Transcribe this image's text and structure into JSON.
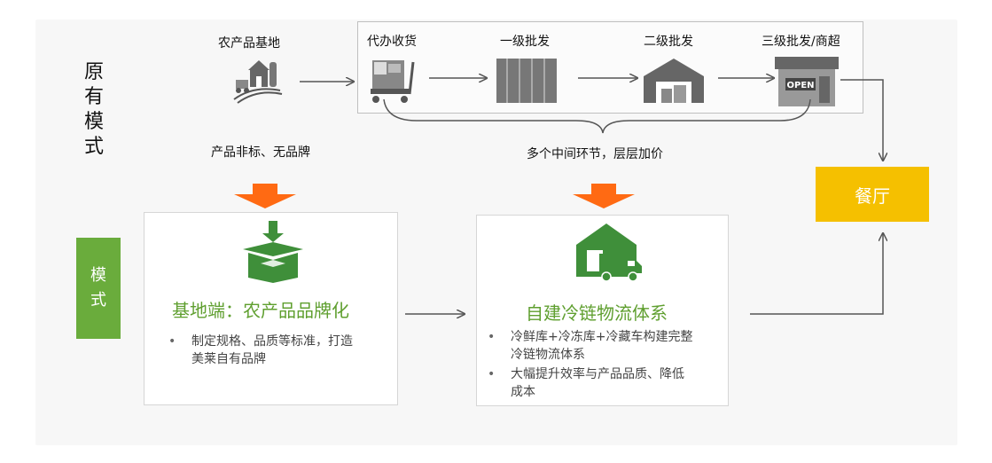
{
  "side_labels": {
    "top": [
      "原",
      "有",
      "模",
      "式"
    ],
    "bottom": [
      "模",
      "式"
    ]
  },
  "top_flow": {
    "base_label": "农产品基地",
    "steps": [
      "代办收货",
      "一级批发",
      "二级批发",
      "三级批发/商超"
    ],
    "note_left": "产品非标、无品牌",
    "note_right": "多个中间环节，层层加价"
  },
  "restaurant_label": "餐厅",
  "cards": [
    {
      "title": "基地端：农产品品牌化",
      "bullets": [
        [
          "制定规格、品质等标准，打造",
          "美莱自有品牌"
        ]
      ]
    },
    {
      "title": "自建冷链物流体系",
      "bullets": [
        [
          "冷鲜库+冷冻库+冷藏车构建完整",
          "冷链物流体系"
        ],
        [
          "大幅提升效率与产品品质、降低",
          "成本"
        ]
      ]
    }
  ],
  "colors": {
    "green": "#6aac3c",
    "title_green": "#5f9f2f",
    "orange": "#ff6a13",
    "yellow": "#f5c000",
    "icon_gray": "#555555"
  },
  "icons": [
    "farm-icon",
    "cart-icon",
    "shelf-icon",
    "warehouse-icon",
    "shop-open-icon",
    "box-icon",
    "truck-warehouse-icon"
  ],
  "shop_sign": "OPEN"
}
